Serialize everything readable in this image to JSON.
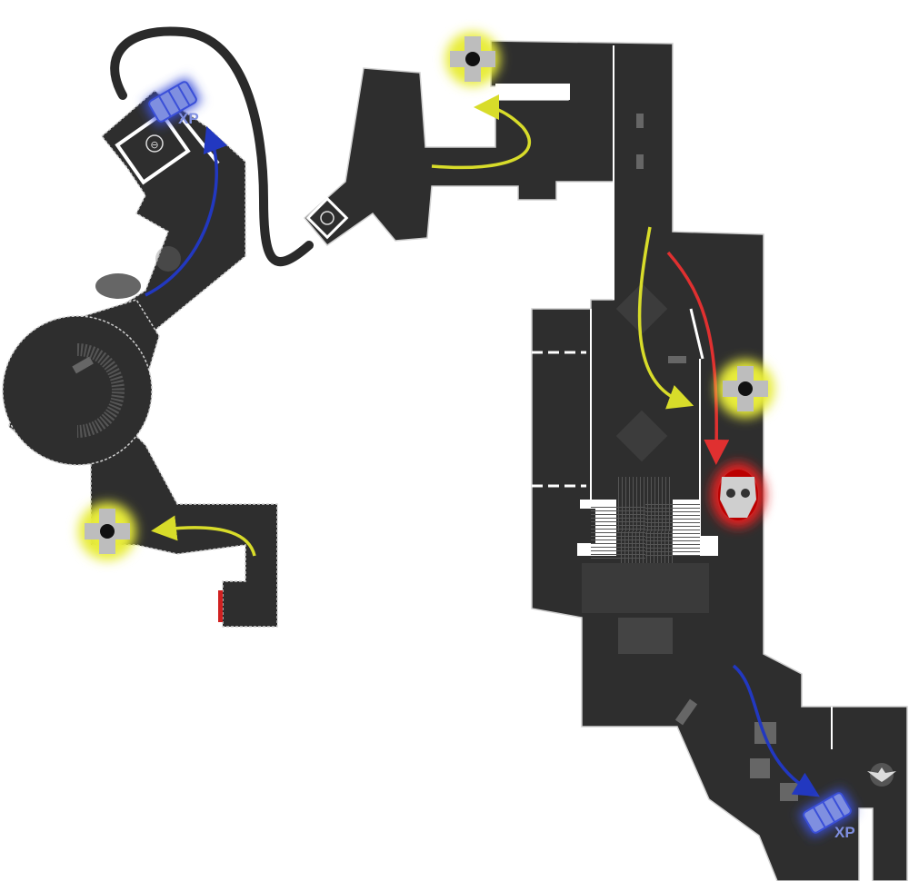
{
  "map": {
    "colors": {
      "floor": "#2e2e2e",
      "wall": "#ffffff",
      "objective": "#e8ec3a",
      "xp": "#3a4fd8",
      "enemy": "#e02020",
      "path_yellow": "#d8dc2a",
      "path_blue": "#2238c0",
      "path_red": "#e03030"
    },
    "xp_pickups": [
      {
        "label": "XP"
      },
      {
        "label": "XP"
      }
    ],
    "markers": [
      {
        "type": "skull-cross-objective",
        "icon": "skull-cross-icon"
      },
      {
        "type": "skull-cross-objective",
        "icon": "skull-cross-icon"
      },
      {
        "type": "skull-cross-objective",
        "icon": "skull-cross-icon"
      },
      {
        "type": "skull-cross-objective",
        "icon": "skull-cross-icon"
      },
      {
        "type": "boss",
        "icon": "skull-icon"
      },
      {
        "type": "exit",
        "icon": "eagle-emblem-icon"
      }
    ]
  }
}
